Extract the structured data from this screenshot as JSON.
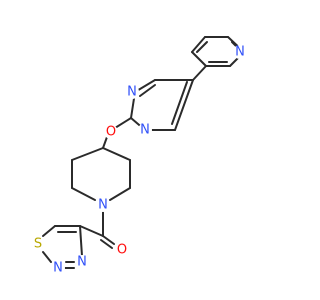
{
  "molecule": {
    "atom_labels": {
      "n_pyridine": "N",
      "n_pyrimidine_left": "N",
      "n_pyrimidine_right": "N",
      "o_ether": "O",
      "n_piperidine": "N",
      "o_carbonyl": "O",
      "s_thiadiazole": "S",
      "n_thiadiazole_1": "N",
      "n_thiadiazole_2": "N"
    },
    "colors": {
      "bond": "#2b2b2b",
      "nitrogen": "#3050f8",
      "oxygen": "#ff0d0d",
      "sulfur": "#b8a800"
    }
  }
}
